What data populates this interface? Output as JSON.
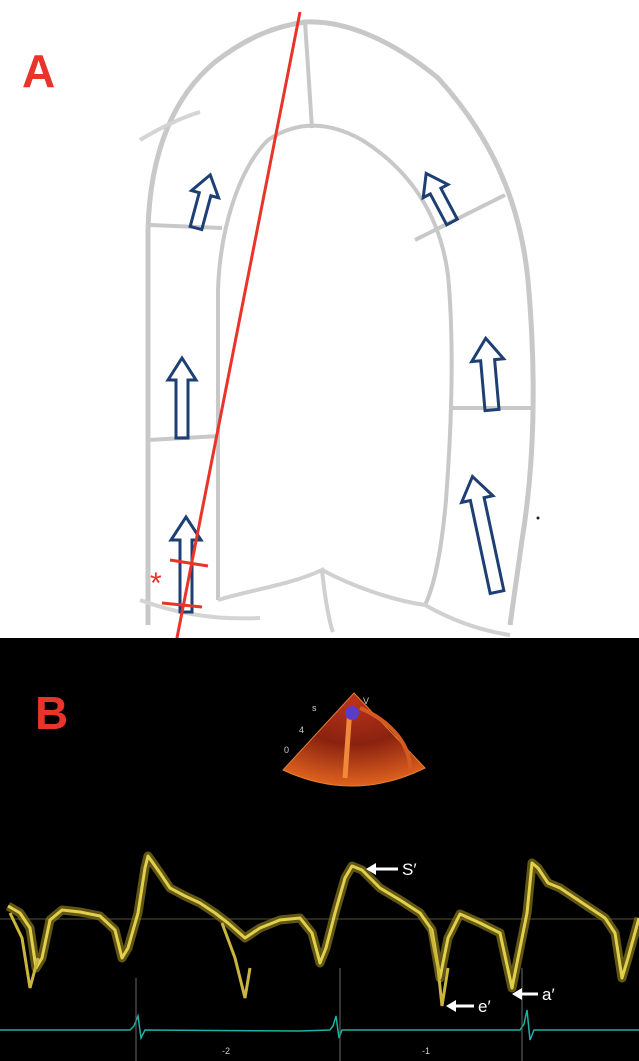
{
  "panel_a": {
    "label": "A",
    "asterisk": "*",
    "accent_color": "#e8342a",
    "arrow_color": "#1d3f73",
    "wall_color": "#c8c8c8"
  },
  "panel_b": {
    "label": "B",
    "wave_labels": {
      "s_prime": "S′",
      "e_prime": "e′",
      "a_prime": "a′"
    },
    "time_ticks": [
      "-2",
      "-1"
    ],
    "trace_color": "#e2d04a",
    "ecg_color": "#1bb3a6"
  }
}
